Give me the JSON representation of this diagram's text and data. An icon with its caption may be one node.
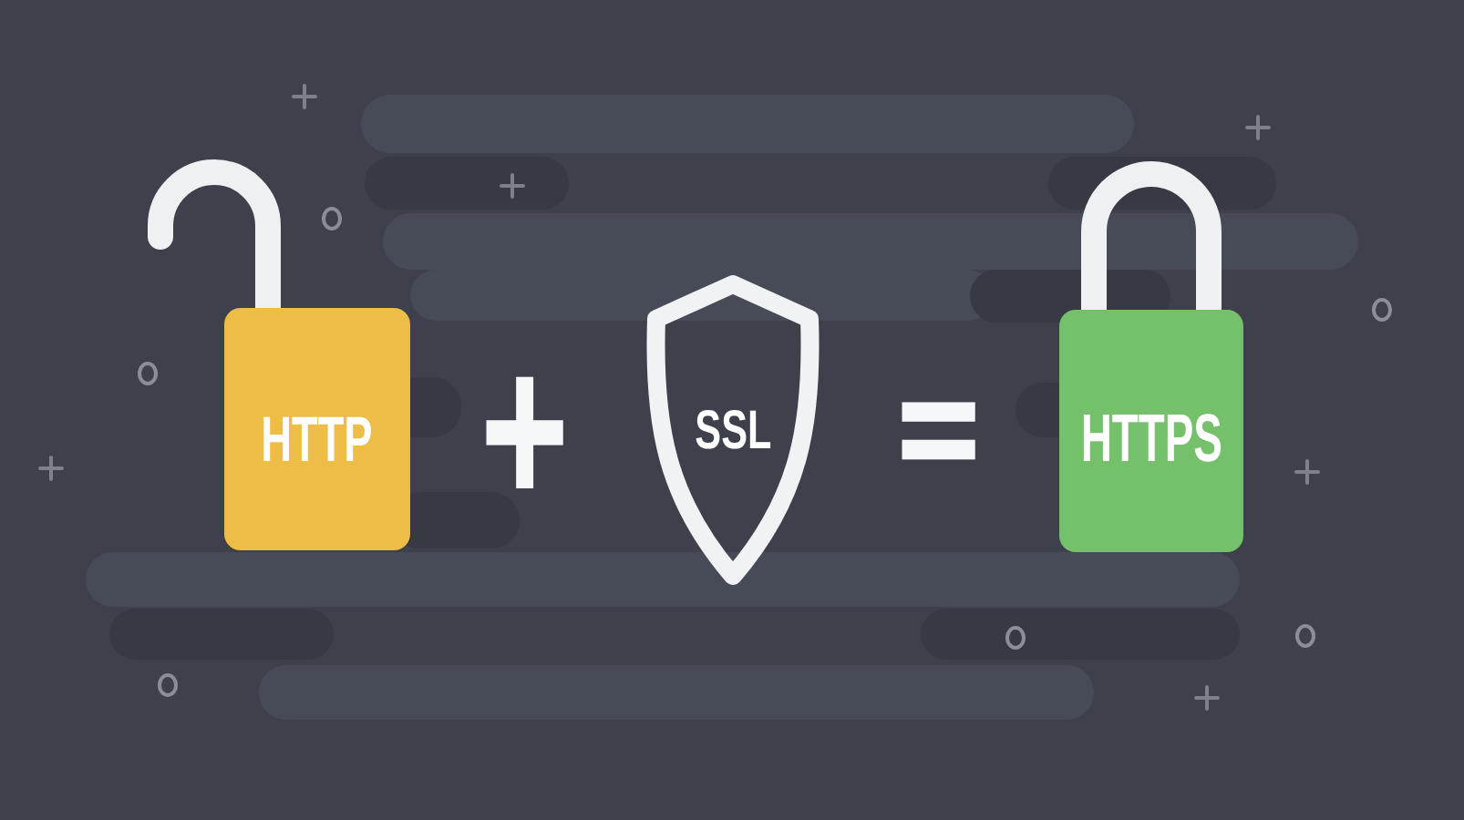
{
  "diagram": {
    "nodes": [
      {
        "text": [
          "HTTP"
        ]
      },
      {
        "text": [
          "SSL"
        ]
      },
      {
        "text": [
          "HTTPS"
        ]
      }
    ],
    "labels": [
      "+",
      "="
    ]
  }
}
